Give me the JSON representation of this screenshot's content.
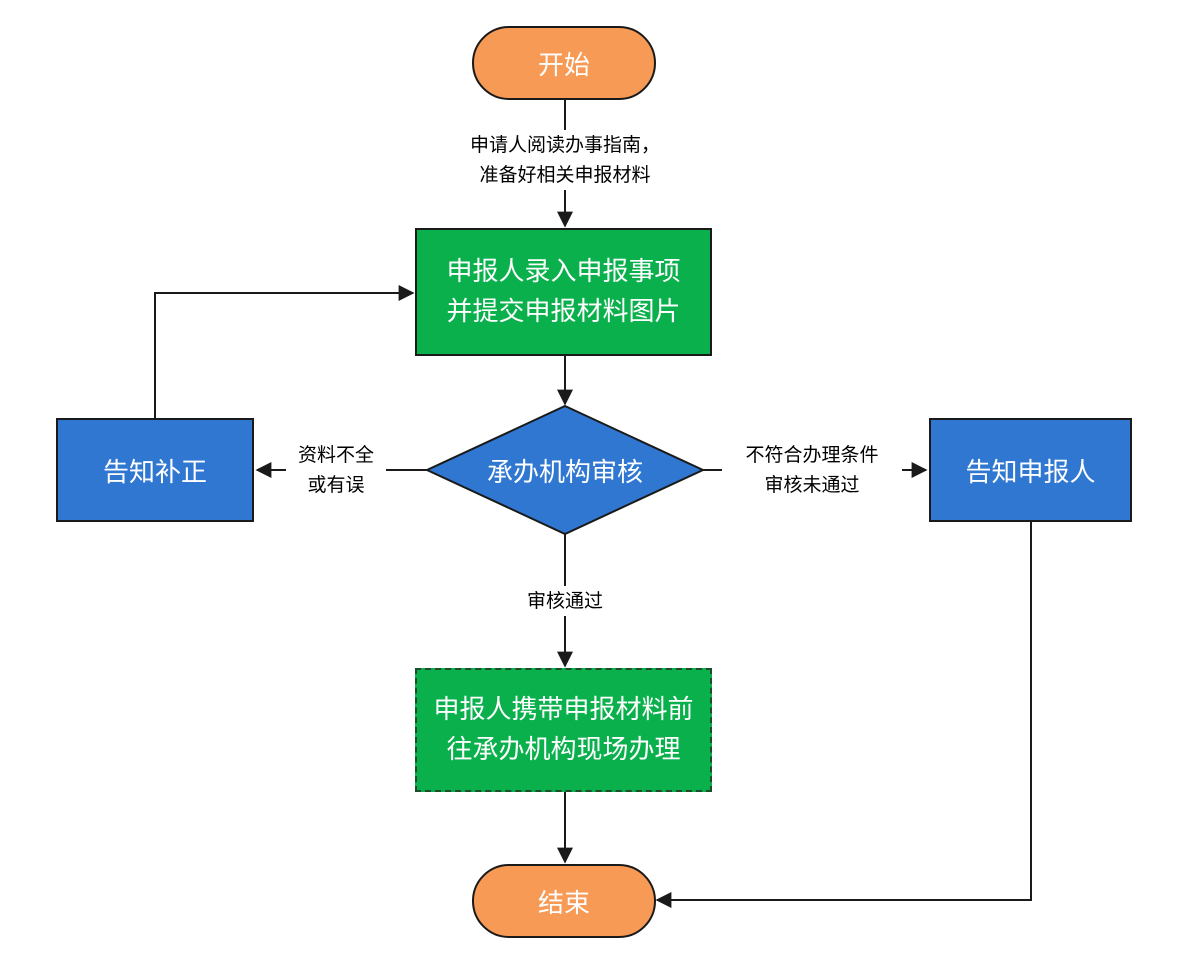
{
  "nodes": {
    "start": "开始",
    "submit": "申报人录入申报事项\n并提交申报材料图片",
    "review": "承办机构审核",
    "correct": "告知补正",
    "notify": "告知申报人",
    "onsite": "申报人携带申报材料前\n往承办机构现场办理",
    "end": "结束"
  },
  "edges": {
    "start_to_submit": "申请人阅读办事指南，\n准备好相关申报材料",
    "review_to_correct": "资料不全\n或有误",
    "review_to_notify": "不符合办理条件\n审核未通过",
    "review_to_onsite": "审核通过"
  },
  "colors": {
    "terminal": "#f79a55",
    "process_green": "#0ab04b",
    "process_blue": "#2f77d0",
    "decision": "#2f77d0",
    "line": "#1a1a1a"
  }
}
